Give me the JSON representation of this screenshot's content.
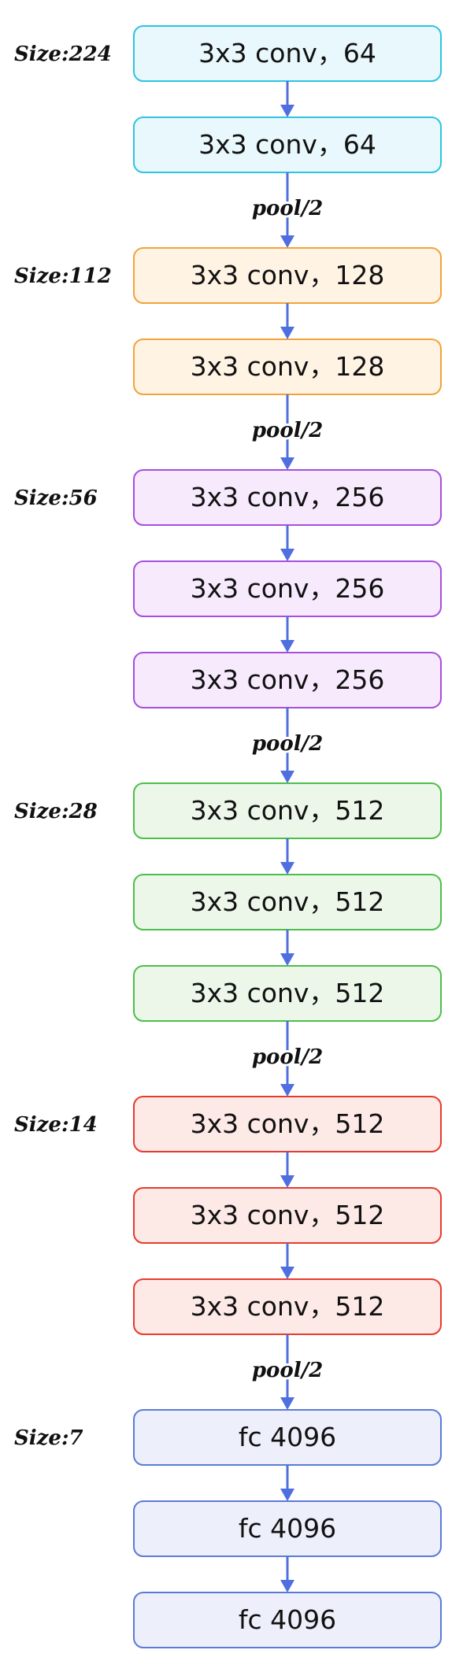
{
  "groups": [
    {
      "size_label": "Size:224",
      "colors": {
        "fill": "#e8f8fc",
        "stroke": "#2ec4e0"
      },
      "boxes": [
        "3x3 conv，64",
        "3x3 conv，64"
      ],
      "pool_after": "pool/2"
    },
    {
      "size_label": "Size:112",
      "colors": {
        "fill": "#fff3e4",
        "stroke": "#f2a23a"
      },
      "boxes": [
        "3x3 conv，128",
        "3x3 conv，128"
      ],
      "pool_after": "pool/2"
    },
    {
      "size_label": "Size:56",
      "colors": {
        "fill": "#f6eafc",
        "stroke": "#a64ee0"
      },
      "boxes": [
        "3x3 conv，256",
        "3x3 conv，256",
        "3x3 conv，256"
      ],
      "pool_after": "pool/2"
    },
    {
      "size_label": "Size:28",
      "colors": {
        "fill": "#ecf7ea",
        "stroke": "#4cbf4a"
      },
      "boxes": [
        "3x3 conv，512",
        "3x3 conv，512",
        "3x3 conv，512"
      ],
      "pool_after": "pool/2"
    },
    {
      "size_label": "Size:14",
      "colors": {
        "fill": "#fde9e6",
        "stroke": "#e63b2e"
      },
      "boxes": [
        "3x3 conv，512",
        "3x3 conv，512",
        "3x3 conv，512"
      ],
      "pool_after": "pool/2"
    },
    {
      "size_label": "Size:7",
      "colors": {
        "fill": "#edf0fb",
        "stroke": "#5b7ad8"
      },
      "boxes": [
        "fc 4096",
        "fc 4096",
        "fc 4096"
      ],
      "pool_after": ""
    }
  ],
  "arrow_color": "#4f6fe0"
}
